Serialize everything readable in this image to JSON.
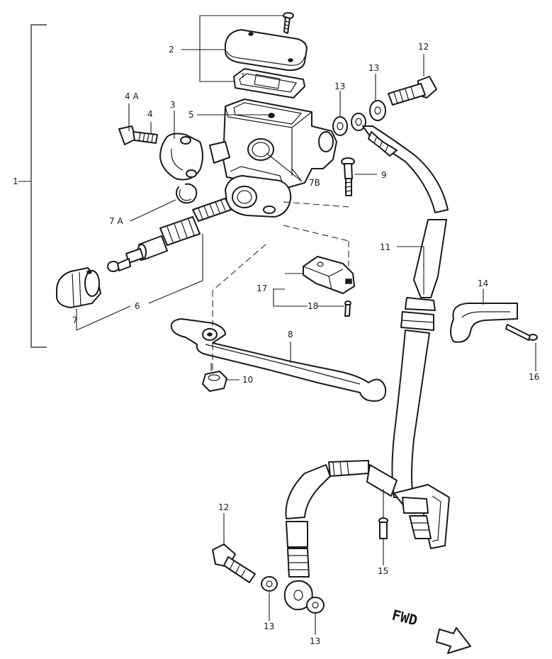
{
  "labels": {
    "p1": "1",
    "p2": "2",
    "p3": "3",
    "p4": "4",
    "p4a": "4 A",
    "p5": "5",
    "p6": "6",
    "p7": "7",
    "p7a": "7 A",
    "p7b": "7B",
    "p8": "8",
    "p9": "9",
    "p10": "10",
    "p11": "11",
    "p12a": "12",
    "p12b": "12",
    "p13a": "13",
    "p13b": "13",
    "p13c": "13",
    "p13d": "13",
    "p14": "14",
    "p15": "15",
    "p16": "16",
    "p17": "17",
    "p18": "18",
    "fwd": "FWD"
  },
  "icons": {
    "direction": "forward-arrow-icon"
  }
}
